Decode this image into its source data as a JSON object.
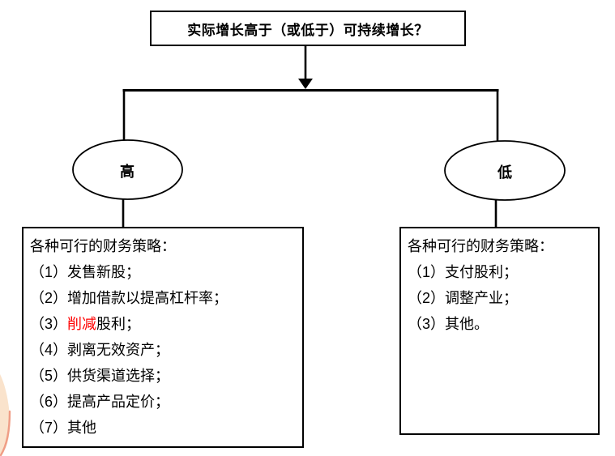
{
  "decision": {
    "question": "实际增长高于（或低于）可持续增长？"
  },
  "branches": {
    "high": {
      "label": "高"
    },
    "low": {
      "label": "低"
    }
  },
  "left_box": {
    "title": "各种可行的财务策略：",
    "items": [
      {
        "text": "（1）发售新股；"
      },
      {
        "text": "（2）增加借款以提高杠杆率；"
      },
      {
        "pre": "（3）",
        "red": "削减",
        "post": "股利；"
      },
      {
        "text": "（4）剥离无效资产；"
      },
      {
        "text": "（5）供货渠道选择；"
      },
      {
        "text": "（6）提高产品定价；"
      },
      {
        "text": "（7）其他"
      }
    ]
  },
  "right_box": {
    "title": "各种可行的财务策略：",
    "items": [
      {
        "text": "（1）支付股利；"
      },
      {
        "text": "（2）调整产业；"
      },
      {
        "text": "（3）其他。"
      }
    ]
  },
  "colors": {
    "line": "#000000",
    "highlight_red": "#ff0000",
    "curl_cream": "#fae3cc",
    "curl_salmon": "#ef9d85"
  }
}
